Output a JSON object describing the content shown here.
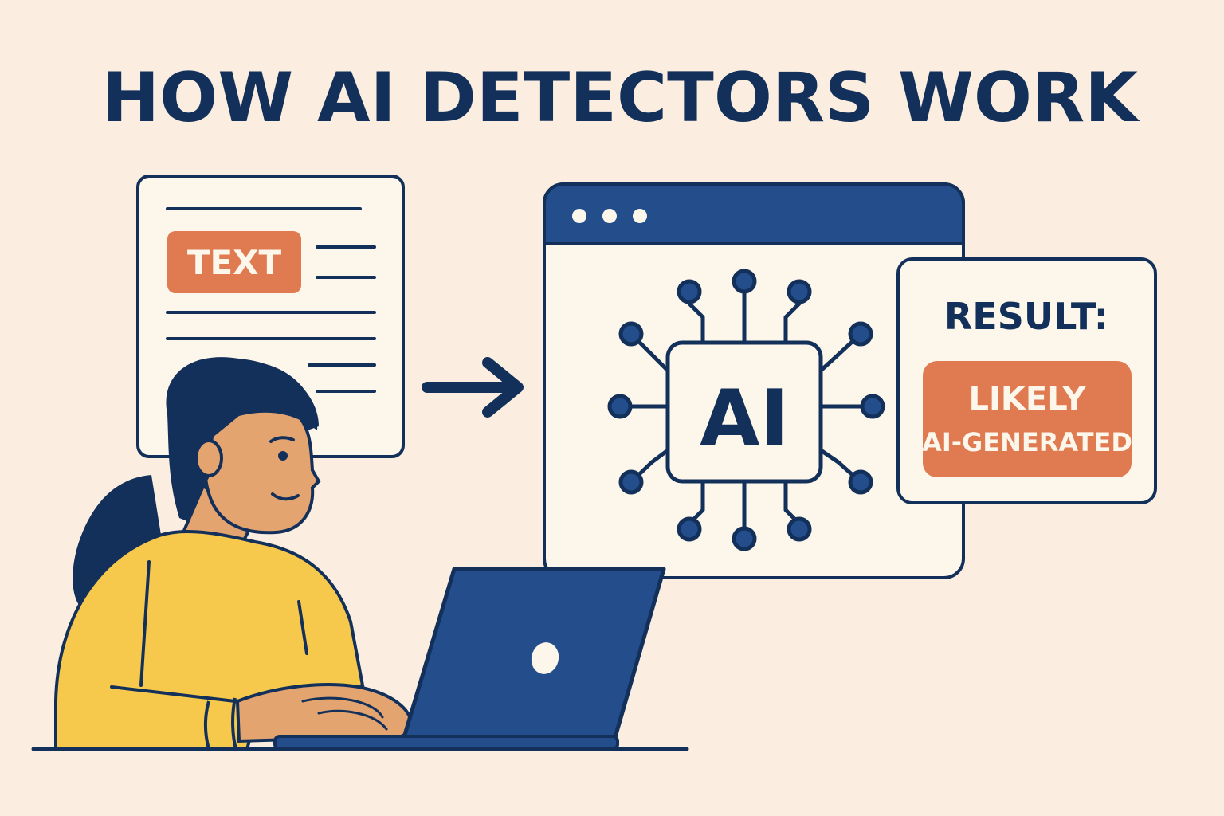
{
  "title": "HOW AI DETECTORS WORK",
  "document": {
    "tag": "TEXT"
  },
  "detector": {
    "chip_label": "AI"
  },
  "result": {
    "heading": "RESULT:",
    "verdict_line1": "LIKELY",
    "verdict_line2": "AI-GENERATED"
  },
  "colors": {
    "background": "#fbeee0",
    "navy": "#12305a",
    "browser_blue": "#244d8c",
    "accent_orange": "#e07a51",
    "panel_fill": "#fdf6ea",
    "sweater_yellow": "#f6c94c",
    "skin": "#e3a46f",
    "hair": "#12305a"
  },
  "icons": [
    "arrow-right-icon",
    "circuit-icon",
    "laptop-icon",
    "window-dots-icon"
  ]
}
